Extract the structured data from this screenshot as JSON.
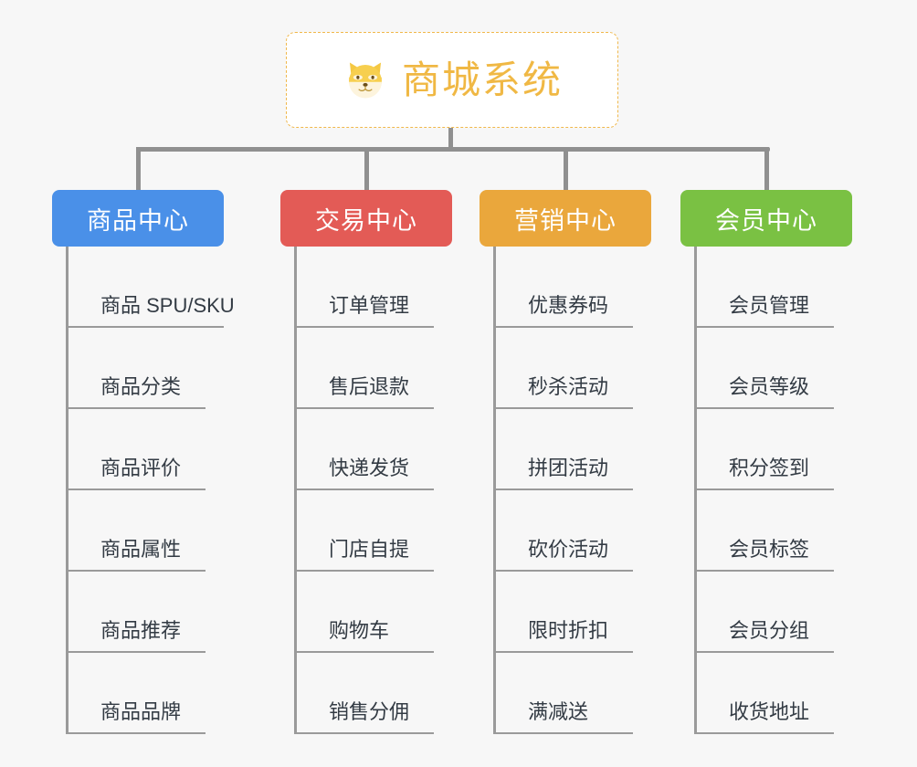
{
  "diagram": {
    "type": "org-chart",
    "background_color": "#f7f7f7",
    "root": {
      "title": "商城系统",
      "icon": "shiba-dog-face-icon",
      "title_color": "#f0b844",
      "border_color": "#f0b84b",
      "fill_color": "#ffffff"
    },
    "connector_color": "#909090",
    "columns": [
      {
        "header": "商品中心",
        "color": "#4a90e8",
        "items": [
          "商品 SPU/SKU",
          "商品分类",
          "商品评价",
          "商品属性",
          "商品推荐",
          "商品品牌"
        ]
      },
      {
        "header": "交易中心",
        "color": "#e35b56",
        "items": [
          "订单管理",
          "售后退款",
          "快递发货",
          "门店自提",
          "购物车",
          "销售分佣"
        ]
      },
      {
        "header": "营销中心",
        "color": "#eaa73c",
        "items": [
          "优惠券码",
          "秒杀活动",
          "拼团活动",
          "砍价活动",
          "限时折扣",
          "满减送"
        ]
      },
      {
        "header": "会员中心",
        "color": "#7ac143",
        "items": [
          "会员管理",
          "会员等级",
          "积分签到",
          "会员标签",
          "会员分组",
          "收货地址"
        ]
      }
    ]
  }
}
